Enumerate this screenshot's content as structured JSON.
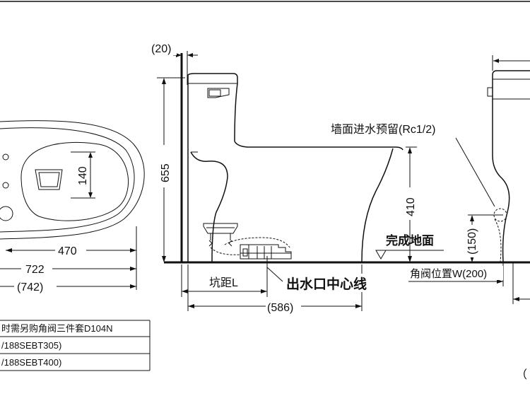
{
  "dimensions": {
    "d20": "(20)",
    "d655": "655",
    "d140": "140",
    "d470": "470",
    "d722": "722",
    "d742": "(742)",
    "d410": "410",
    "d150": "(150)",
    "d586": "(586)"
  },
  "labels": {
    "wall_inlet": "墙面进水预留(Rc1/2)",
    "floor": "完成地面",
    "rough_in": "坑距L",
    "outlet_center": "出水口中心线",
    "valve_position": "角阀位置W(200)",
    "corner_mark": "（"
  },
  "table_rows": [
    "时需另购角阀三件套D104N",
    "/188SEBT305)",
    "/188SEBT400)"
  ],
  "colors": {
    "line": "#111111",
    "background": "#ffffff"
  }
}
